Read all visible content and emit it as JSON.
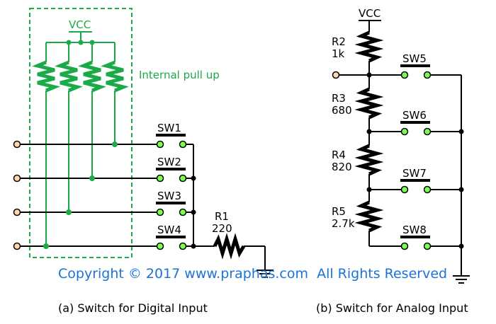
{
  "digital": {
    "vcc": "VCC",
    "internal_label": "Internal pull up",
    "switches": [
      "SW1",
      "SW2",
      "SW3",
      "SW4"
    ],
    "r1_name": "R1",
    "r1_value": "220",
    "caption": "(a) Switch for Digital Input"
  },
  "analog": {
    "vcc": "VCC",
    "resistors": [
      {
        "name": "R2",
        "value": "1k"
      },
      {
        "name": "R3",
        "value": "680"
      },
      {
        "name": "R4",
        "value": "820"
      },
      {
        "name": "R5",
        "value": "2.7k"
      }
    ],
    "switches": [
      "SW5",
      "SW6",
      "SW7",
      "SW8"
    ],
    "caption": "(b) Switch for Analog Input"
  },
  "copyright": "Copyright © 2017 www.praphas.com  All Rights Reserved",
  "colors": {
    "green": "#1aaa48",
    "pin": "#7cff50",
    "terminal": "#ffd7a8",
    "copyright": "#1a73d9"
  }
}
